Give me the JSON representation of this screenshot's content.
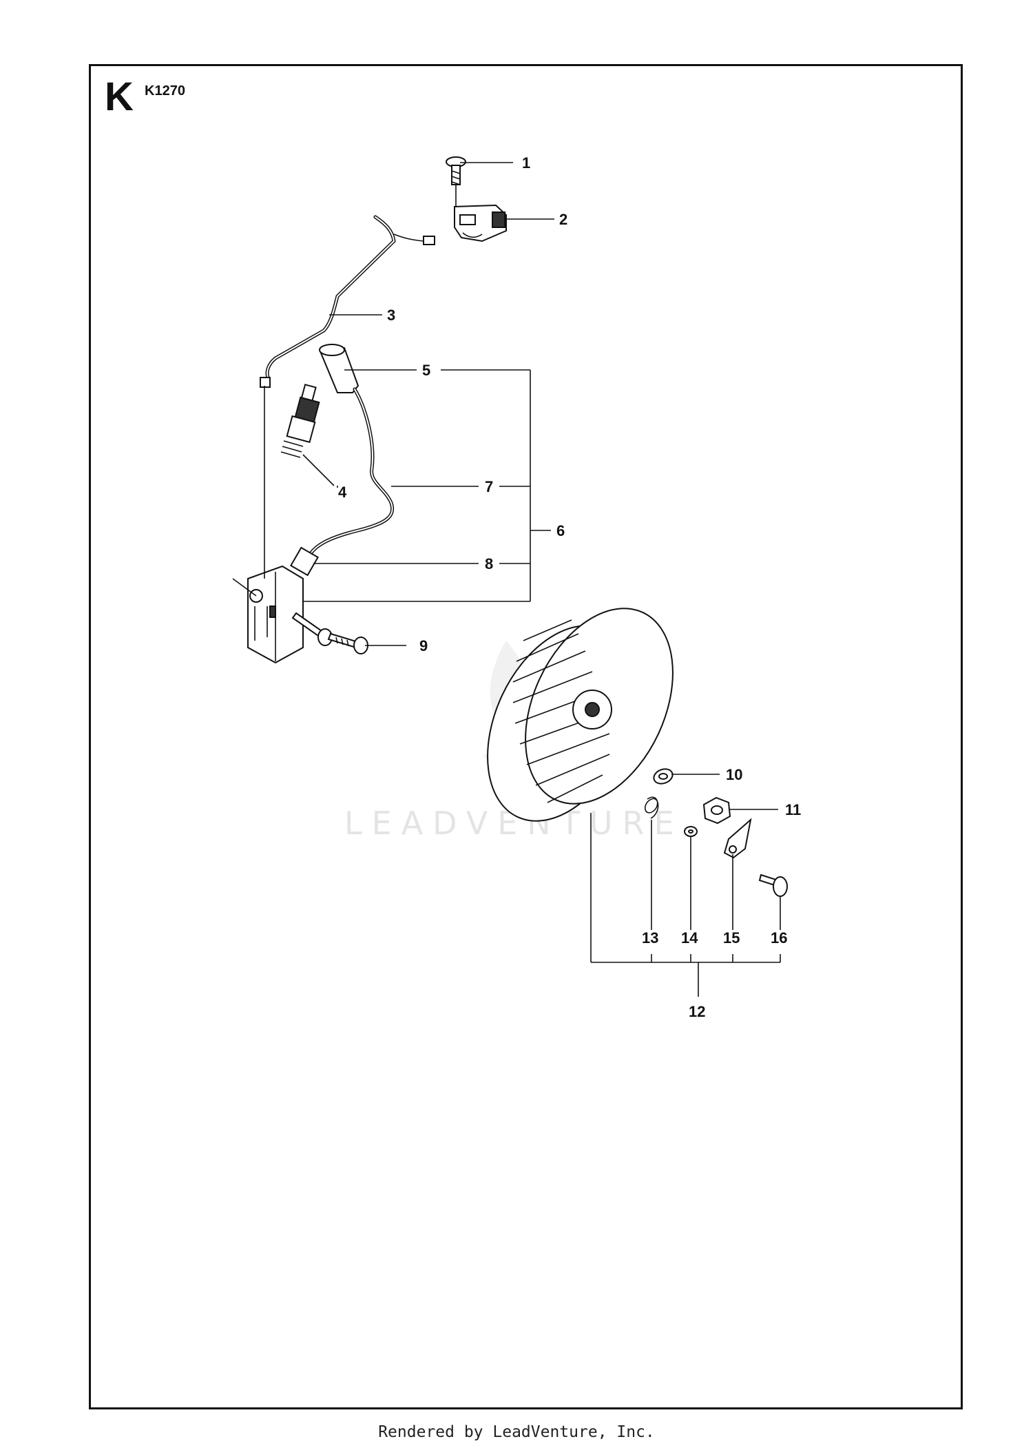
{
  "header": {
    "section_letter": "K",
    "section_code": "K1270"
  },
  "callouts": [
    "1",
    "2",
    "3",
    "4",
    "5",
    "6",
    "7",
    "8",
    "9",
    "10",
    "11",
    "12",
    "13",
    "14",
    "15",
    "16"
  ],
  "watermark": {
    "text": "LEADVENTURE"
  },
  "footer": {
    "credit": "Rendered by LeadVenture, Inc."
  }
}
